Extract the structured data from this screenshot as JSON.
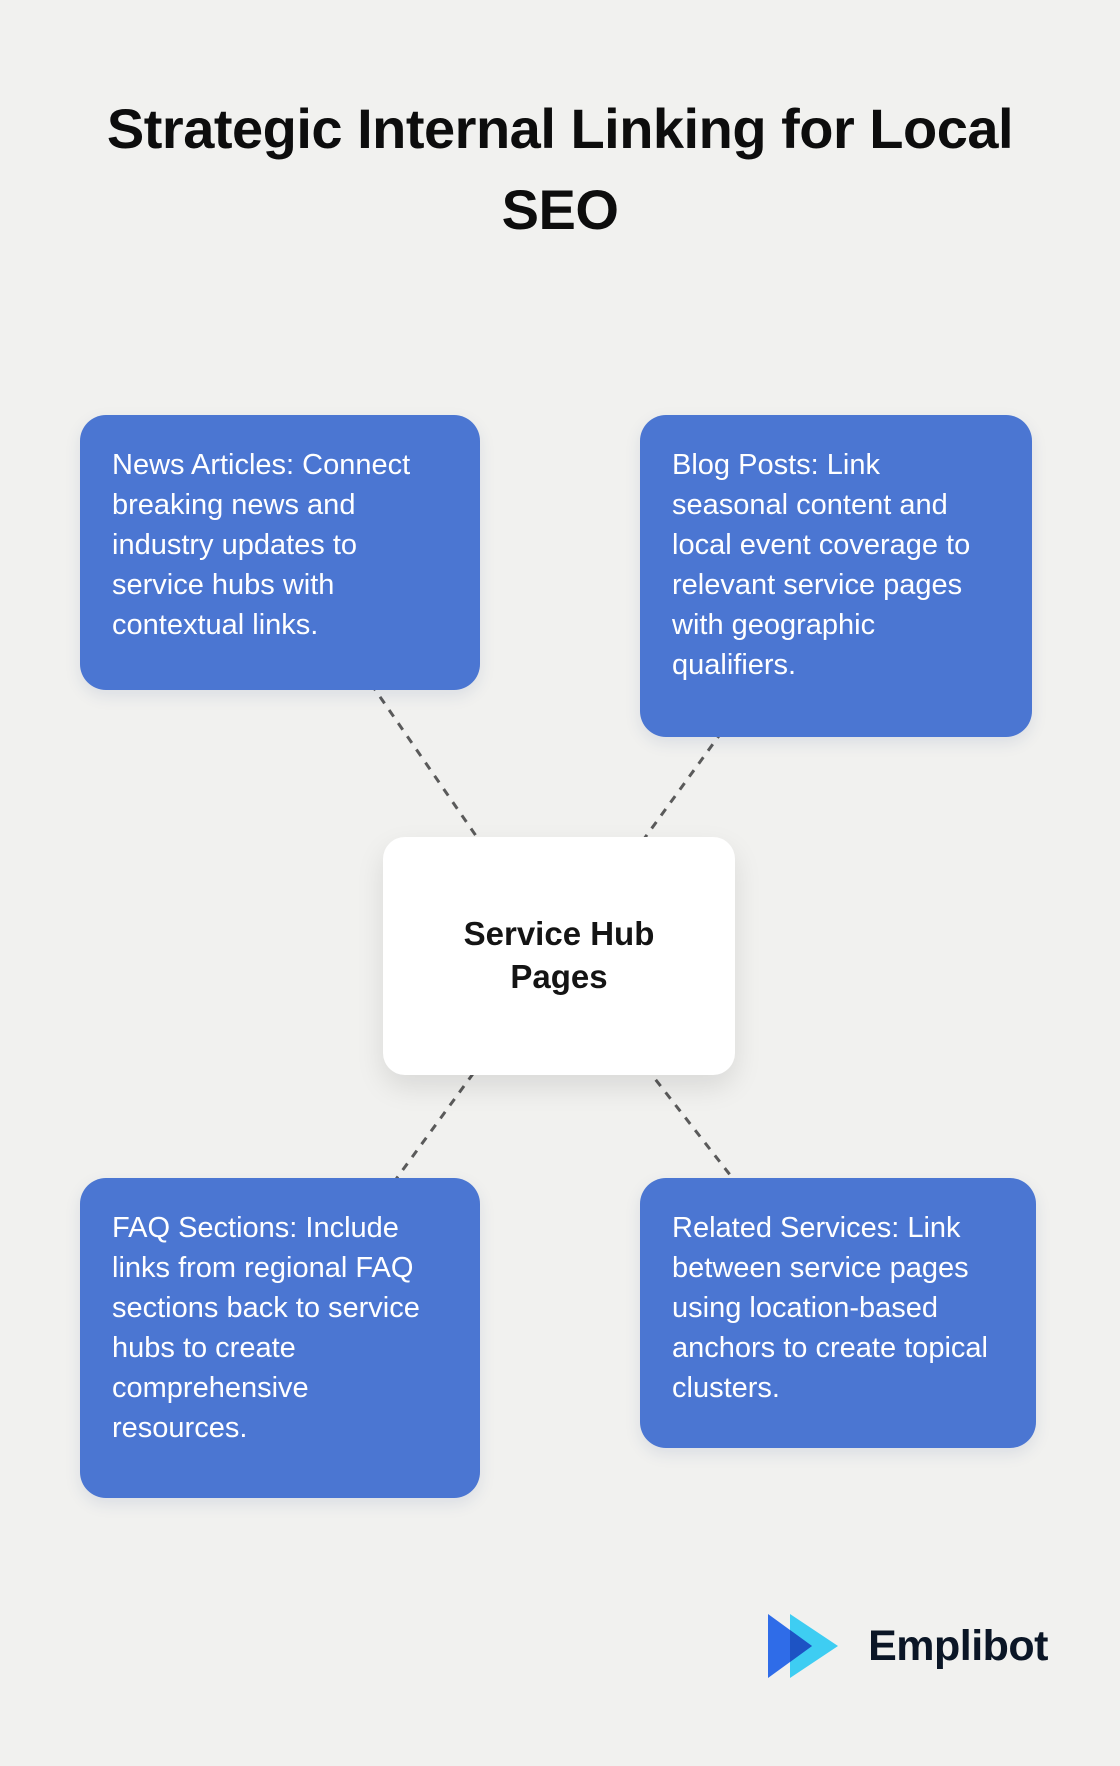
{
  "page": {
    "title": "Strategic Internal Linking for Local SEO",
    "background_color": "#f1f1ef"
  },
  "diagram": {
    "accent_color": "#4b76d2",
    "connector_color": "#5a5a5a",
    "center": {
      "label": "Service Hub Pages"
    },
    "nodes": [
      {
        "id": "news-articles",
        "text": "News Articles: Connect breaking news and industry updates to service hubs with contextual links."
      },
      {
        "id": "blog-posts",
        "text": "Blog Posts: Link seasonal content and local event coverage to relevant service pages with geographic qualifiers."
      },
      {
        "id": "faq-sections",
        "text": "FAQ Sections: Include links from regional FAQ sections back to service hubs to create comprehensive resources."
      },
      {
        "id": "related-services",
        "text": "Related Services: Link between service pages using location-based anchors to create topical clusters."
      }
    ]
  },
  "footer": {
    "brand": "Emplibot",
    "logo_icon": "double-play-triangles",
    "logo_colors": [
      "#2f6ce8",
      "#3ecdf2"
    ]
  }
}
